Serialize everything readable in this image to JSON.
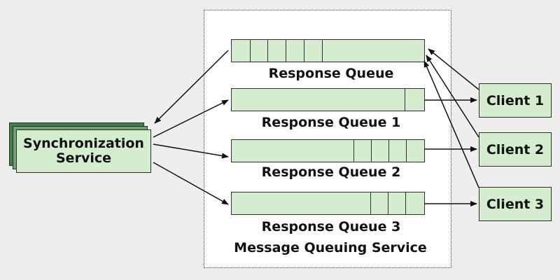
{
  "diagram": {
    "container_label": "Message Queuing Service",
    "sync_service": {
      "line1": "Synchronization",
      "line2": "Service"
    },
    "queues": [
      {
        "id": "q0",
        "label": "Response Queue"
      },
      {
        "id": "q1",
        "label": "Response Queue 1"
      },
      {
        "id": "q2",
        "label": "Response Queue 2"
      },
      {
        "id": "q3",
        "label": "Response Queue 3"
      }
    ],
    "clients": [
      {
        "id": "c1",
        "label": "Client 1"
      },
      {
        "id": "c2",
        "label": "Client 2"
      },
      {
        "id": "c3",
        "label": "Client 3"
      }
    ],
    "colors": {
      "node_fill": "#d5edcf",
      "sync_stack_back": "#3f7f4a",
      "sync_stack_mid": "#6da36f",
      "stroke": "#2e2e2e",
      "background": "#eeeeee"
    }
  }
}
